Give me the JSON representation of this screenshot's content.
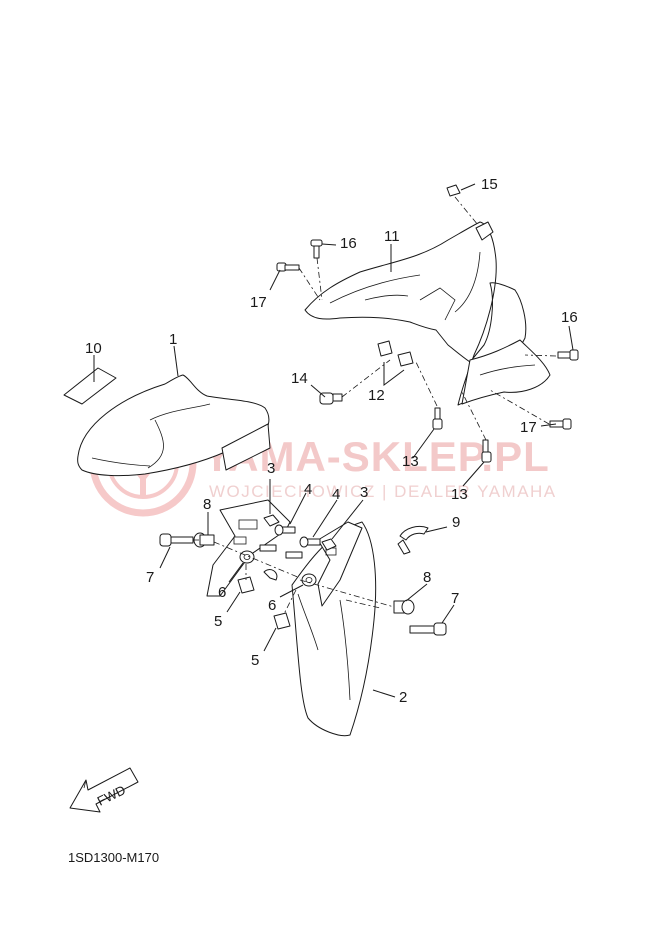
{
  "watermark": {
    "title": "YAMA-SKLEP.PL",
    "subtitle": "WOJCIECHOWICZ | DEALER YAMAHA",
    "color": "#f0b8b8"
  },
  "fwd_label": "FWD",
  "diagram_code": "1SD1300-M170",
  "callouts": {
    "c1": "1",
    "c2": "2",
    "c3a": "3",
    "c3b": "3",
    "c4a": "4",
    "c4b": "4",
    "c5a": "5",
    "c5b": "5",
    "c6a": "6",
    "c6b": "6",
    "c7a": "7",
    "c7b": "7",
    "c8a": "8",
    "c8b": "8",
    "c9": "9",
    "c10": "10",
    "c11": "11",
    "c12": "12",
    "c13a": "13",
    "c13b": "13",
    "c14": "14",
    "c15": "15",
    "c16a": "16",
    "c16b": "16",
    "c17a": "17",
    "c17b": "17"
  }
}
